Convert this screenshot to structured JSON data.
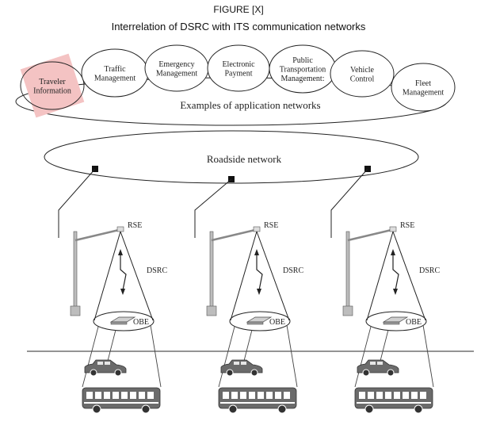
{
  "figure": {
    "label": "FIGURE [X]",
    "title": "Interrelation of DSRC with ITS communication networks"
  },
  "applications": [
    {
      "lines": [
        "Traveler",
        "Information"
      ],
      "highlighted": true
    },
    {
      "lines": [
        "Traffic",
        "Management"
      ]
    },
    {
      "lines": [
        "Emergency",
        "Management"
      ]
    },
    {
      "lines": [
        "Electronic",
        "Payment"
      ]
    },
    {
      "lines": [
        "Public",
        "Transportation",
        "Management:"
      ]
    },
    {
      "lines": [
        "Vehicle",
        "Control"
      ]
    },
    {
      "lines": [
        "Fleet",
        "Management"
      ]
    }
  ],
  "application_networks_label": "Examples of application networks",
  "roadside_network_label": "Roadside network",
  "stations": [
    {
      "rse": "RSE",
      "dsrc": "DSRC",
      "obe": "OBE"
    },
    {
      "rse": "RSE",
      "dsrc": "DSRC",
      "obe": "OBE"
    },
    {
      "rse": "RSE",
      "dsrc": "DSRC",
      "obe": "OBE"
    }
  ],
  "colors": {
    "highlight": "#f4c3c3",
    "line": "#222222",
    "vehicle": "#6b6b6b",
    "pole": "#bdbdbd"
  }
}
